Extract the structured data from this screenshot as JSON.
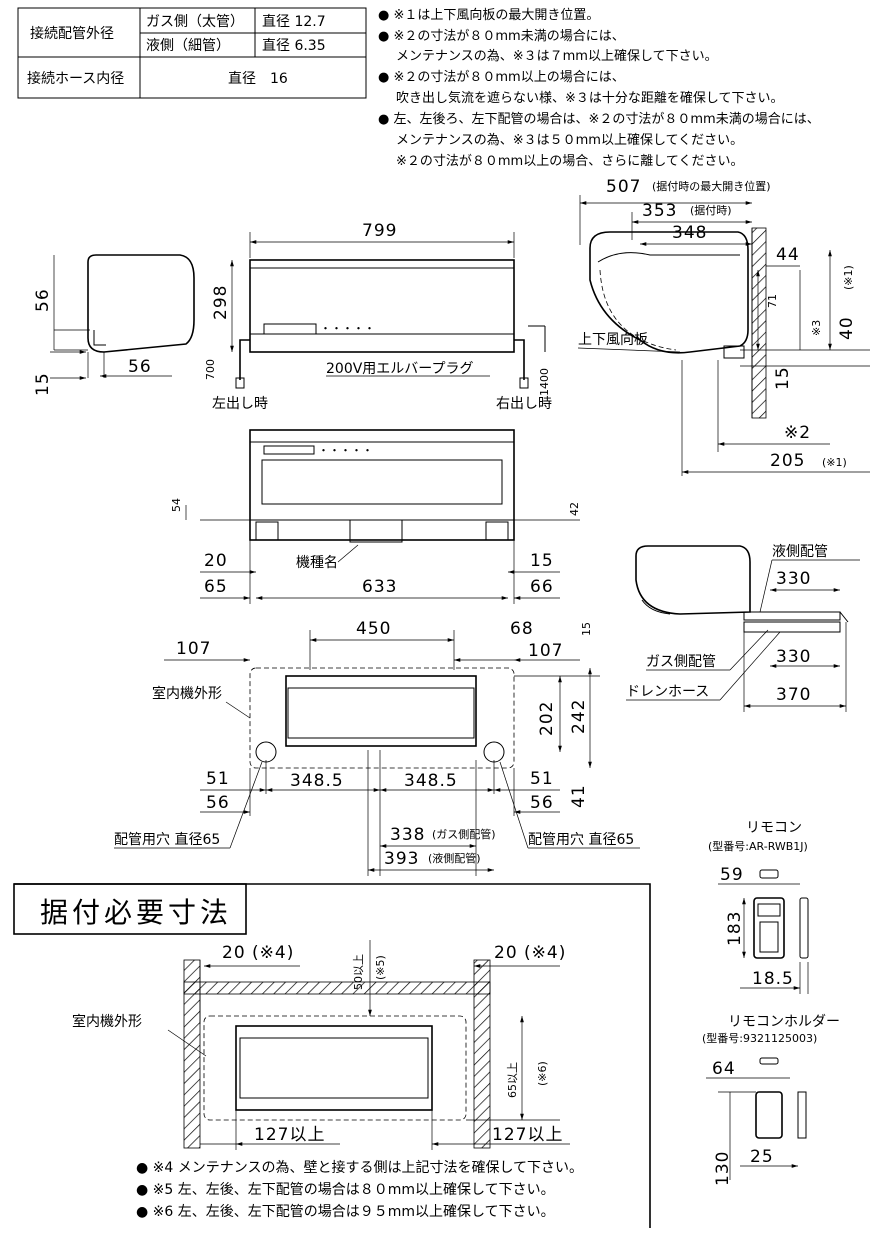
{
  "spec_table": {
    "pipe_label": "接続配管外径",
    "gas_label": "ガス側（太管）",
    "gas_value": "直径 12.7",
    "liquid_label": "液側（細管）",
    "liquid_value": "直径 6.35",
    "hose_label": "接続ホース内径",
    "hose_value": "直径　16"
  },
  "notes_top": [
    "● ※１は上下風向板の最大開き位置。",
    "● ※２の寸法が８０mm未満の場合には、",
    "メンテナンスの為、※３は７mm以上確保して下さい。",
    "● ※２の寸法が８０mm以上の場合には、",
    "吹き出し気流を遮らない様、※３は十分な距離を確保して下さい。",
    "● 左、左後ろ、左下配管の場合は、※２の寸法が８０mm未満の場合には、",
    "メンテナンスの為、※３は５０mm以上確保してください。",
    "※２の寸法が８０mm以上の場合、さらに離してください。"
  ],
  "dims": {
    "d507": "507",
    "d507_note": "(据付時の最大開き位置)",
    "d353": "353",
    "d353_note": "(据付時)",
    "d348": "348",
    "d44": "44",
    "d71": "71",
    "d40": "40",
    "d40_mark": "(※1)",
    "mark3": "※3",
    "d15r": "15",
    "mark2": "※2",
    "d205": "205",
    "d205_mark": "(※1)",
    "d799": "799",
    "d298": "298",
    "d700": "700",
    "d1400": "1400",
    "d56a": "56",
    "d56b": "56",
    "d15a": "15",
    "d54": "54",
    "d42": "42",
    "d20": "20",
    "d65": "65",
    "d633": "633",
    "d15b": "15",
    "d66": "66",
    "d450": "450",
    "d68": "68",
    "d107a": "107",
    "d107b": "107",
    "d15c": "15",
    "d202": "202",
    "d242": "242",
    "d41": "41",
    "d51a": "51",
    "d56c": "56",
    "d3485a": "348.5",
    "d3485b": "348.5",
    "d51b": "51",
    "d56d": "56",
    "d338": "338",
    "d338_note": "(ガス側配管)",
    "d393": "393",
    "d393_note": "(液側配管)",
    "d330a": "330",
    "d330b": "330",
    "d370": "370"
  },
  "labels": {
    "plug": "200V用エルバープラグ",
    "left_out": "左出し時",
    "right_out": "右出し時",
    "louver": "上下風向板",
    "model": "機種名",
    "indoor_outline": "室内機外形",
    "hole_left": "配管用穴 直径65",
    "hole_right": "配管用穴 直径65",
    "liquid_pipe": "液側配管",
    "gas_pipe": "ガス側配管",
    "drain_hose": "ドレンホース"
  },
  "remote": {
    "title": "リモコン",
    "model": "(型番号:AR-RWB1J)",
    "d59": "59",
    "d183": "183",
    "d185": "18.5"
  },
  "holder": {
    "title": "リモコンホルダー",
    "model": "(型番号:9321125003)",
    "d64": "64",
    "d130": "130",
    "d25": "25"
  },
  "install": {
    "title": "据付必要寸法",
    "left_gap": "20 (※4)",
    "right_gap": "20 (※4)",
    "top_gap": "50以上",
    "top_mark": "(※5)",
    "right_side": "65以上",
    "right_mark": "(※6)",
    "bottom_left": "127以上",
    "bottom_right": "127以上",
    "indoor_outline": "室内機外形",
    "notes": [
      "● ※4 メンテナンスの為、壁と接する側は上記寸法を確保して下さい。",
      "● ※5 左、左後、左下配管の場合は８０mm以上確保して下さい。",
      "● ※6 左、左後、左下配管の場合は９５mm以上確保して下さい。"
    ]
  }
}
